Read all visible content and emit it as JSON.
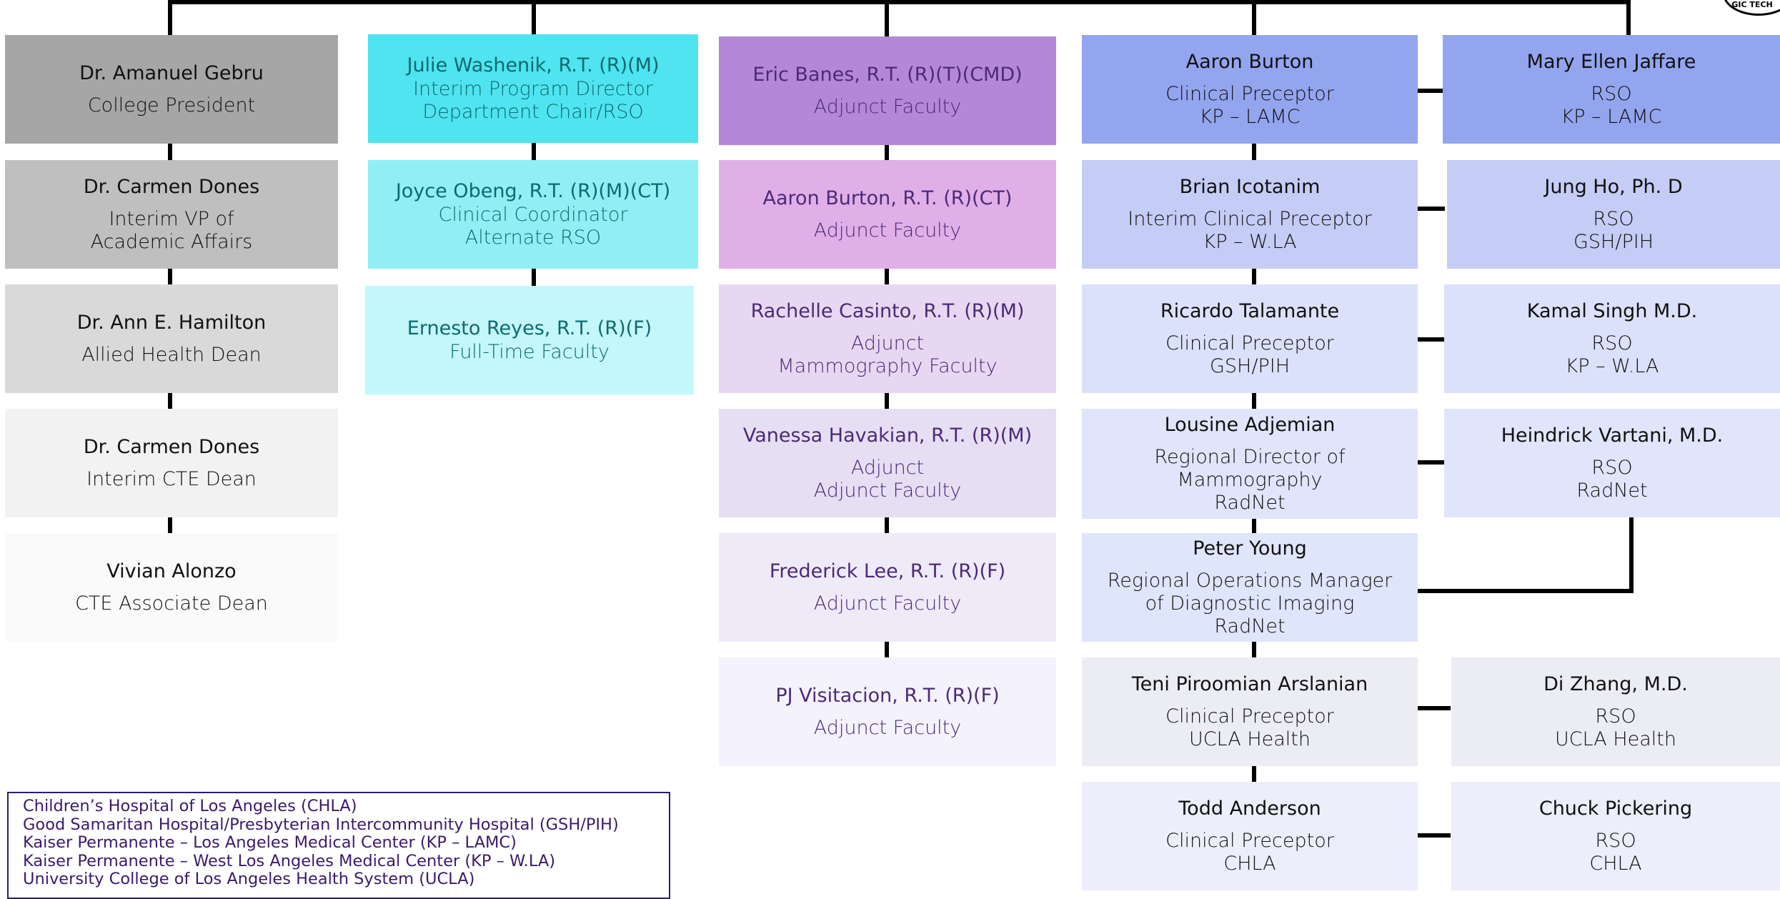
{
  "seal": {
    "text": "GIC TECH"
  },
  "columns": {
    "c1": [
      {
        "name": "Dr. Amanuel Gebru",
        "role": [
          "College President"
        ]
      },
      {
        "name": "Dr. Carmen Dones",
        "role": [
          "Interim VP of",
          "Academic Affairs"
        ]
      },
      {
        "name": "Dr. Ann E. Hamilton",
        "role": [
          "Allied Health Dean"
        ]
      },
      {
        "name": "Dr. Carmen Dones",
        "role": [
          "Interim CTE Dean"
        ]
      },
      {
        "name": "Vivian Alonzo",
        "role": [
          "CTE Associate Dean"
        ]
      }
    ],
    "c2": [
      {
        "name": "Julie Washenik, R.T. (R)(M)",
        "role": [
          "Interim Program Director",
          "Department Chair/RSO"
        ]
      },
      {
        "name": "Joyce Obeng, R.T. (R)(M)(CT)",
        "role": [
          "Clinical Coordinator",
          "Alternate RSO"
        ]
      },
      {
        "name": "Ernesto Reyes, R.T. (R)(F)",
        "role": [
          "Full-Time Faculty"
        ]
      }
    ],
    "c3": [
      {
        "name": "Eric Banes, R.T. (R)(T)(CMD)",
        "role": [
          "Adjunct Faculty"
        ]
      },
      {
        "name": "Aaron Burton, R.T. (R)(CT)",
        "role": [
          "Adjunct Faculty"
        ]
      },
      {
        "name": "Rachelle Casinto, R.T. (R)(M)",
        "role": [
          "Adjunct",
          "Mammography Faculty"
        ]
      },
      {
        "name": "Vanessa Havakian, R.T. (R)(M)",
        "role": [
          "Adjunct",
          "Adjunct Faculty"
        ]
      },
      {
        "name": "Frederick Lee, R.T. (R)(F)",
        "role": [
          "Adjunct Faculty"
        ]
      },
      {
        "name": "PJ Visitacion, R.T. (R)(F)",
        "role": [
          "Adjunct Faculty"
        ]
      }
    ],
    "c4": [
      {
        "name": "Aaron Burton",
        "role": [
          "Clinical Preceptor",
          "KP – LAMC"
        ]
      },
      {
        "name": "Brian Icotanim",
        "role": [
          "Interim Clinical Preceptor",
          "KP – W.LA"
        ]
      },
      {
        "name": "Ricardo Talamante",
        "role": [
          "Clinical Preceptor",
          "GSH/PIH"
        ]
      },
      {
        "name": "Lousine Adjemian",
        "role": [
          "Regional Director of",
          "Mammography",
          "RadNet"
        ]
      },
      {
        "name": "Peter Young",
        "role": [
          "Regional Operations Manager",
          "of Diagnostic Imaging",
          "RadNet"
        ]
      },
      {
        "name": "Teni Piroomian Arslanian",
        "role": [
          "Clinical Preceptor",
          "UCLA Health"
        ]
      },
      {
        "name": "Todd Anderson",
        "role": [
          "Clinical Preceptor",
          "CHLA"
        ]
      }
    ],
    "c5": [
      {
        "name": "Mary Ellen Jaffare",
        "role": [
          "RSO",
          "KP – LAMC"
        ]
      },
      {
        "name": "Jung Ho, Ph. D",
        "role": [
          "RSO",
          "GSH/PIH"
        ]
      },
      {
        "name": "Kamal Singh M.D.",
        "role": [
          "RSO",
          "KP – W.LA"
        ]
      },
      {
        "name": "Heindrick Vartani, M.D.",
        "role": [
          "RSO",
          "RadNet"
        ]
      },
      {
        "name": "Di Zhang, M.D.",
        "role": [
          "RSO",
          "UCLA Health"
        ]
      },
      {
        "name": "Chuck Pickering",
        "role": [
          "RSO",
          "CHLA"
        ]
      }
    ]
  },
  "legend": [
    "Children’s Hospital of Los Angeles (CHLA)",
    "Good Samaritan Hospital/Presbyterian Intercommunity Hospital (GSH/PIH)",
    "Kaiser Permanente – Los Angeles Medical Center (KP – LAMC)",
    "Kaiser Permanente – West Los Angeles Medical Center (KP – W.LA)",
    "University College of Los Angeles Health System (UCLA)"
  ],
  "colors": {
    "c1": [
      "#a6a6a6",
      "#bfbfbf",
      "#d9d9d9",
      "#f2f2f2",
      "#fafafa"
    ],
    "c2": [
      "#4fe4ef",
      "#8feff4",
      "#c3f7f9"
    ],
    "c3": [
      "#b587d8",
      "#e0afe8",
      "#e8d7f2",
      "#e6def2",
      "#efeaf8",
      "#f4f2fc"
    ],
    "c4": [
      "#93a5ee",
      "#c5ccf5",
      "#dbe1fa",
      "#e0e5fb",
      "#dfe5fb",
      "#ecedf4",
      "#eceefb"
    ],
    "c5": [
      "#93a5ee",
      "#c5ccf5",
      "#dbe1fa",
      "#e0e5fb",
      "#ecedf4",
      "#eceefb"
    ],
    "text_c1": "#111111",
    "text_c2": "#0e6a70",
    "text_c3": "#4b2a78",
    "text_c45": "#111111"
  }
}
